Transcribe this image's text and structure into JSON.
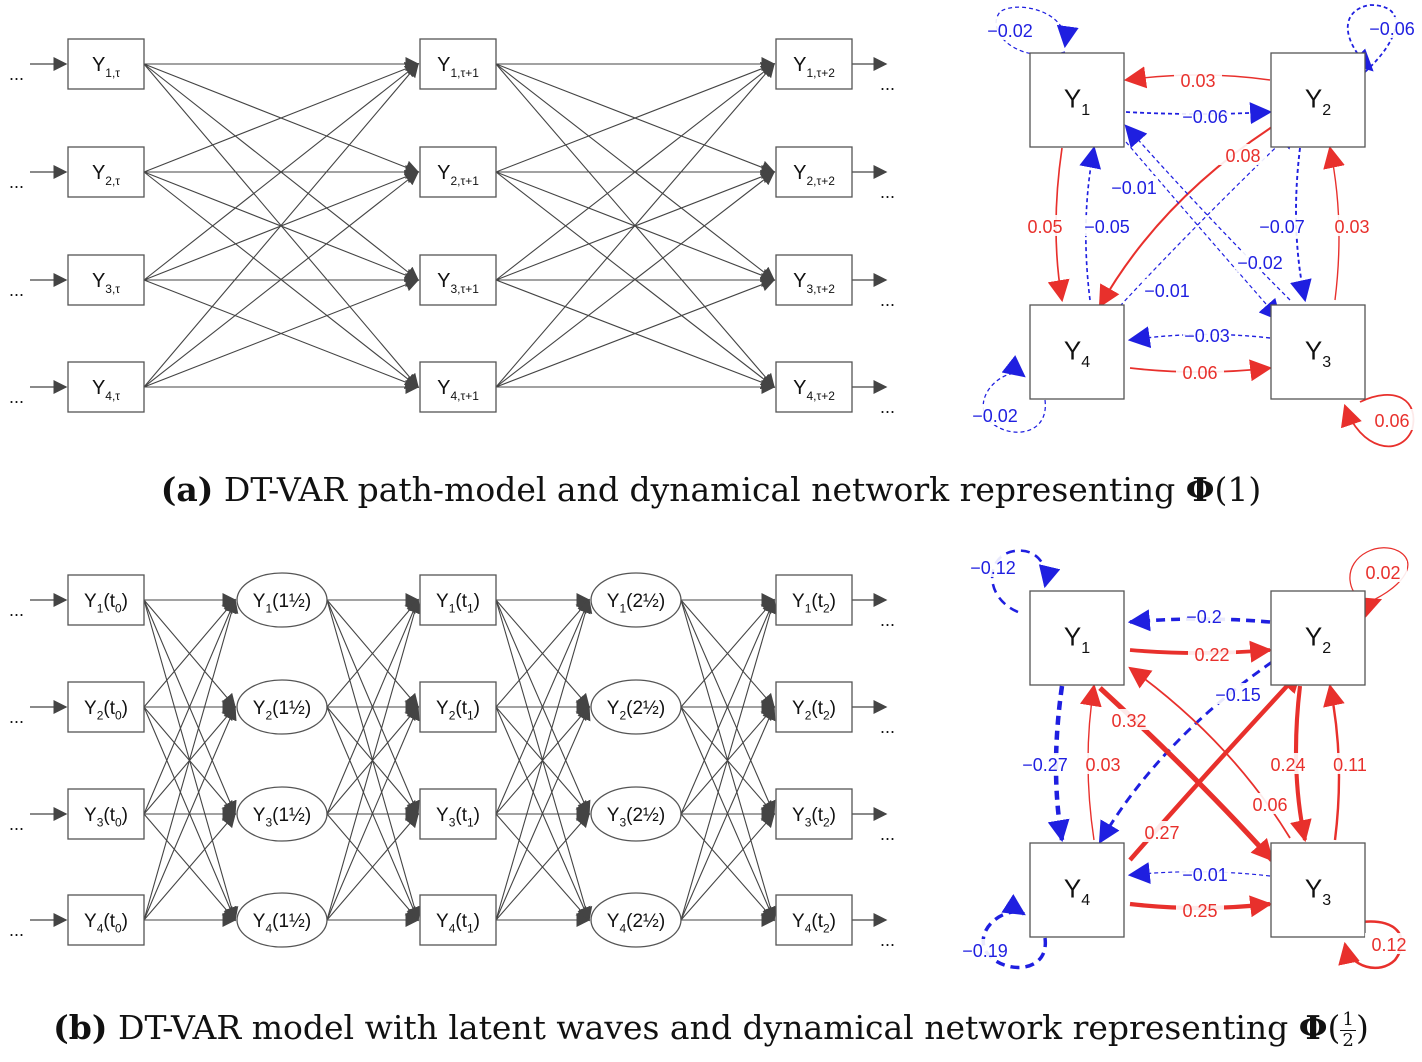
{
  "colors": {
    "positive": "#e8302c",
    "negative": "#1f1fe0",
    "path": "#444444",
    "box": "#555555"
  },
  "ellipsis": "...",
  "panel_a": {
    "columns": [
      {
        "nodes": [
          {
            "base": "Y",
            "sub": "1,τ"
          },
          {
            "base": "Y",
            "sub": "2,τ"
          },
          {
            "base": "Y",
            "sub": "3,τ"
          },
          {
            "base": "Y",
            "sub": "4,τ"
          }
        ]
      },
      {
        "nodes": [
          {
            "base": "Y",
            "sub": "1,τ+1"
          },
          {
            "base": "Y",
            "sub": "2,τ+1"
          },
          {
            "base": "Y",
            "sub": "3,τ+1"
          },
          {
            "base": "Y",
            "sub": "4,τ+1"
          }
        ]
      },
      {
        "nodes": [
          {
            "base": "Y",
            "sub": "1,τ+2"
          },
          {
            "base": "Y",
            "sub": "2,τ+2"
          },
          {
            "base": "Y",
            "sub": "3,τ+2"
          },
          {
            "base": "Y",
            "sub": "4,τ+2"
          }
        ]
      }
    ],
    "network": {
      "nodes": [
        {
          "id": "1",
          "base": "Y",
          "sub": "1"
        },
        {
          "id": "2",
          "base": "Y",
          "sub": "2"
        },
        {
          "id": "3",
          "base": "Y",
          "sub": "3"
        },
        {
          "id": "4",
          "base": "Y",
          "sub": "4"
        }
      ],
      "edges": [
        {
          "from": "1",
          "to": "1",
          "value": "−0.02",
          "sign": "neg"
        },
        {
          "from": "2",
          "to": "2",
          "value": "−0.06",
          "sign": "neg"
        },
        {
          "from": "3",
          "to": "3",
          "value": "0.06",
          "sign": "pos"
        },
        {
          "from": "4",
          "to": "4",
          "value": "−0.02",
          "sign": "neg"
        },
        {
          "from": "2",
          "to": "1",
          "value": "0.03",
          "sign": "pos"
        },
        {
          "from": "1",
          "to": "2",
          "value": "−0.06",
          "sign": "neg"
        },
        {
          "from": "2",
          "to": "4",
          "value": "0.08",
          "sign": "pos"
        },
        {
          "from": "1",
          "to": "3",
          "value": "−0.01",
          "sign": "neg"
        },
        {
          "from": "1",
          "to": "4",
          "value": "0.05",
          "sign": "pos"
        },
        {
          "from": "4",
          "to": "1",
          "value": "−0.05",
          "sign": "neg"
        },
        {
          "from": "2",
          "to": "3",
          "value": "−0.07",
          "sign": "neg"
        },
        {
          "from": "3",
          "to": "2",
          "value": "0.03",
          "sign": "pos"
        },
        {
          "from": "3",
          "to": "1",
          "value": "−0.02",
          "sign": "neg"
        },
        {
          "from": "4",
          "to": "2",
          "value": "−0.01",
          "sign": "neg"
        },
        {
          "from": "3",
          "to": "4",
          "value": "−0.03",
          "sign": "neg"
        },
        {
          "from": "4",
          "to": "3",
          "value": "0.06",
          "sign": "pos"
        }
      ]
    },
    "caption": {
      "label": "(a)",
      "text": "DT-VAR path-model and dynamical network representing",
      "symbol": "Φ",
      "arg": "(1)"
    }
  },
  "panel_b": {
    "columns": [
      {
        "kind": "box",
        "nodes": [
          {
            "base": "Y",
            "sub": "1",
            "suffix": "(t",
            "suffix_sub": "0",
            "end": ")"
          },
          {
            "base": "Y",
            "sub": "2",
            "suffix": "(t",
            "suffix_sub": "0",
            "end": ")"
          },
          {
            "base": "Y",
            "sub": "3",
            "suffix": "(t",
            "suffix_sub": "0",
            "end": ")"
          },
          {
            "base": "Y",
            "sub": "4",
            "suffix": "(t",
            "suffix_sub": "0",
            "end": ")"
          }
        ]
      },
      {
        "kind": "ellipse",
        "nodes": [
          {
            "base": "Y",
            "sub": "1",
            "suffix": "(1½)"
          },
          {
            "base": "Y",
            "sub": "2",
            "suffix": "(1½)"
          },
          {
            "base": "Y",
            "sub": "3",
            "suffix": "(1½)"
          },
          {
            "base": "Y",
            "sub": "4",
            "suffix": "(1½)"
          }
        ]
      },
      {
        "kind": "box",
        "nodes": [
          {
            "base": "Y",
            "sub": "1",
            "suffix": "(t",
            "suffix_sub": "1",
            "end": ")"
          },
          {
            "base": "Y",
            "sub": "2",
            "suffix": "(t",
            "suffix_sub": "1",
            "end": ")"
          },
          {
            "base": "Y",
            "sub": "3",
            "suffix": "(t",
            "suffix_sub": "1",
            "end": ")"
          },
          {
            "base": "Y",
            "sub": "4",
            "suffix": "(t",
            "suffix_sub": "1",
            "end": ")"
          }
        ]
      },
      {
        "kind": "ellipse",
        "nodes": [
          {
            "base": "Y",
            "sub": "1",
            "suffix": "(2½)"
          },
          {
            "base": "Y",
            "sub": "2",
            "suffix": "(2½)"
          },
          {
            "base": "Y",
            "sub": "3",
            "suffix": "(2½)"
          },
          {
            "base": "Y",
            "sub": "4",
            "suffix": "(2½)"
          }
        ]
      },
      {
        "kind": "box",
        "nodes": [
          {
            "base": "Y",
            "sub": "1",
            "suffix": "(t",
            "suffix_sub": "2",
            "end": ")"
          },
          {
            "base": "Y",
            "sub": "2",
            "suffix": "(t",
            "suffix_sub": "2",
            "end": ")"
          },
          {
            "base": "Y",
            "sub": "3",
            "suffix": "(t",
            "suffix_sub": "2",
            "end": ")"
          },
          {
            "base": "Y",
            "sub": "4",
            "suffix": "(t",
            "suffix_sub": "2",
            "end": ")"
          }
        ]
      }
    ],
    "network": {
      "nodes": [
        {
          "id": "1",
          "base": "Y",
          "sub": "1"
        },
        {
          "id": "2",
          "base": "Y",
          "sub": "2"
        },
        {
          "id": "3",
          "base": "Y",
          "sub": "3"
        },
        {
          "id": "4",
          "base": "Y",
          "sub": "4"
        }
      ],
      "edges": [
        {
          "from": "1",
          "to": "1",
          "value": "−0.12",
          "sign": "neg"
        },
        {
          "from": "2",
          "to": "2",
          "value": "0.02",
          "sign": "pos"
        },
        {
          "from": "3",
          "to": "3",
          "value": "0.12",
          "sign": "pos"
        },
        {
          "from": "4",
          "to": "4",
          "value": "−0.19",
          "sign": "neg"
        },
        {
          "from": "2",
          "to": "1",
          "value": "−0.2",
          "sign": "neg"
        },
        {
          "from": "1",
          "to": "2",
          "value": "0.22",
          "sign": "pos"
        },
        {
          "from": "2",
          "to": "4",
          "value": "−0.15",
          "sign": "neg"
        },
        {
          "from": "1",
          "to": "3",
          "value": "0.32",
          "sign": "pos"
        },
        {
          "from": "1",
          "to": "4",
          "value": "−0.27",
          "sign": "neg"
        },
        {
          "from": "4",
          "to": "1",
          "value": "0.03",
          "sign": "pos"
        },
        {
          "from": "2",
          "to": "3",
          "value": "0.24",
          "sign": "pos"
        },
        {
          "from": "3",
          "to": "2",
          "value": "0.11",
          "sign": "pos"
        },
        {
          "from": "3",
          "to": "1",
          "value": "0.06",
          "sign": "pos"
        },
        {
          "from": "4",
          "to": "2",
          "value": "0.27",
          "sign": "pos"
        },
        {
          "from": "3",
          "to": "4",
          "value": "−0.01",
          "sign": "neg"
        },
        {
          "from": "4",
          "to": "3",
          "value": "0.25",
          "sign": "pos"
        }
      ]
    },
    "caption": {
      "label": "(b)",
      "text": "DT-VAR model with latent waves and dynamical network representing",
      "symbol": "Φ",
      "arg_open": "(",
      "frac_num": "1",
      "frac_den": "2",
      "arg_close": ")"
    }
  }
}
